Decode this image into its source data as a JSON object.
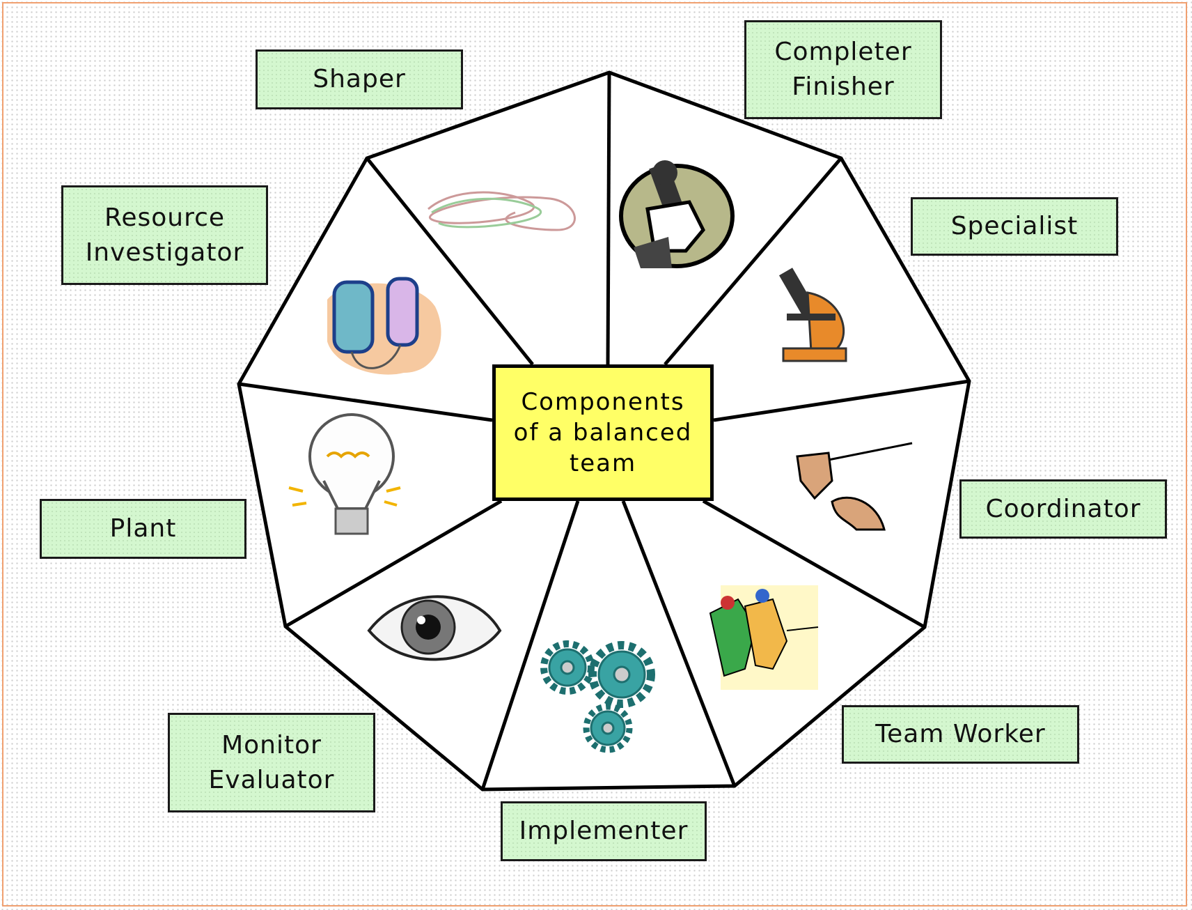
{
  "center": {
    "lines": [
      "Components",
      "of a balanced",
      "team"
    ]
  },
  "labels": {
    "shaper": [
      "Shaper"
    ],
    "completer_finisher": [
      "Completer",
      "Finisher"
    ],
    "specialist": [
      "Specialist"
    ],
    "resource_investigator": [
      "Resource",
      "Investigator"
    ],
    "plant": [
      "Plant"
    ],
    "coordinator": [
      "Coordinator"
    ],
    "monitor_evaluator": [
      "Monitor",
      "Evaluator"
    ],
    "team_worker": [
      "Team Worker"
    ],
    "implementer": [
      "Implementer"
    ]
  },
  "icons": {
    "shaper": "wavy-line-icon",
    "completer_finisher": "hand-with-wrench-icon",
    "specialist": "microscope-icon",
    "coordinator": "conductor-hands-icon",
    "team_worker": "team-workers-icon",
    "implementer": "gears-icon",
    "monitor_evaluator": "eye-icon",
    "plant": "light-bulb-icon",
    "resource_investigator": "telephone-icon"
  },
  "colors": {
    "label_fill": "#d4f7cf",
    "center_fill": "#ffff66",
    "frame": "#f0a070"
  }
}
